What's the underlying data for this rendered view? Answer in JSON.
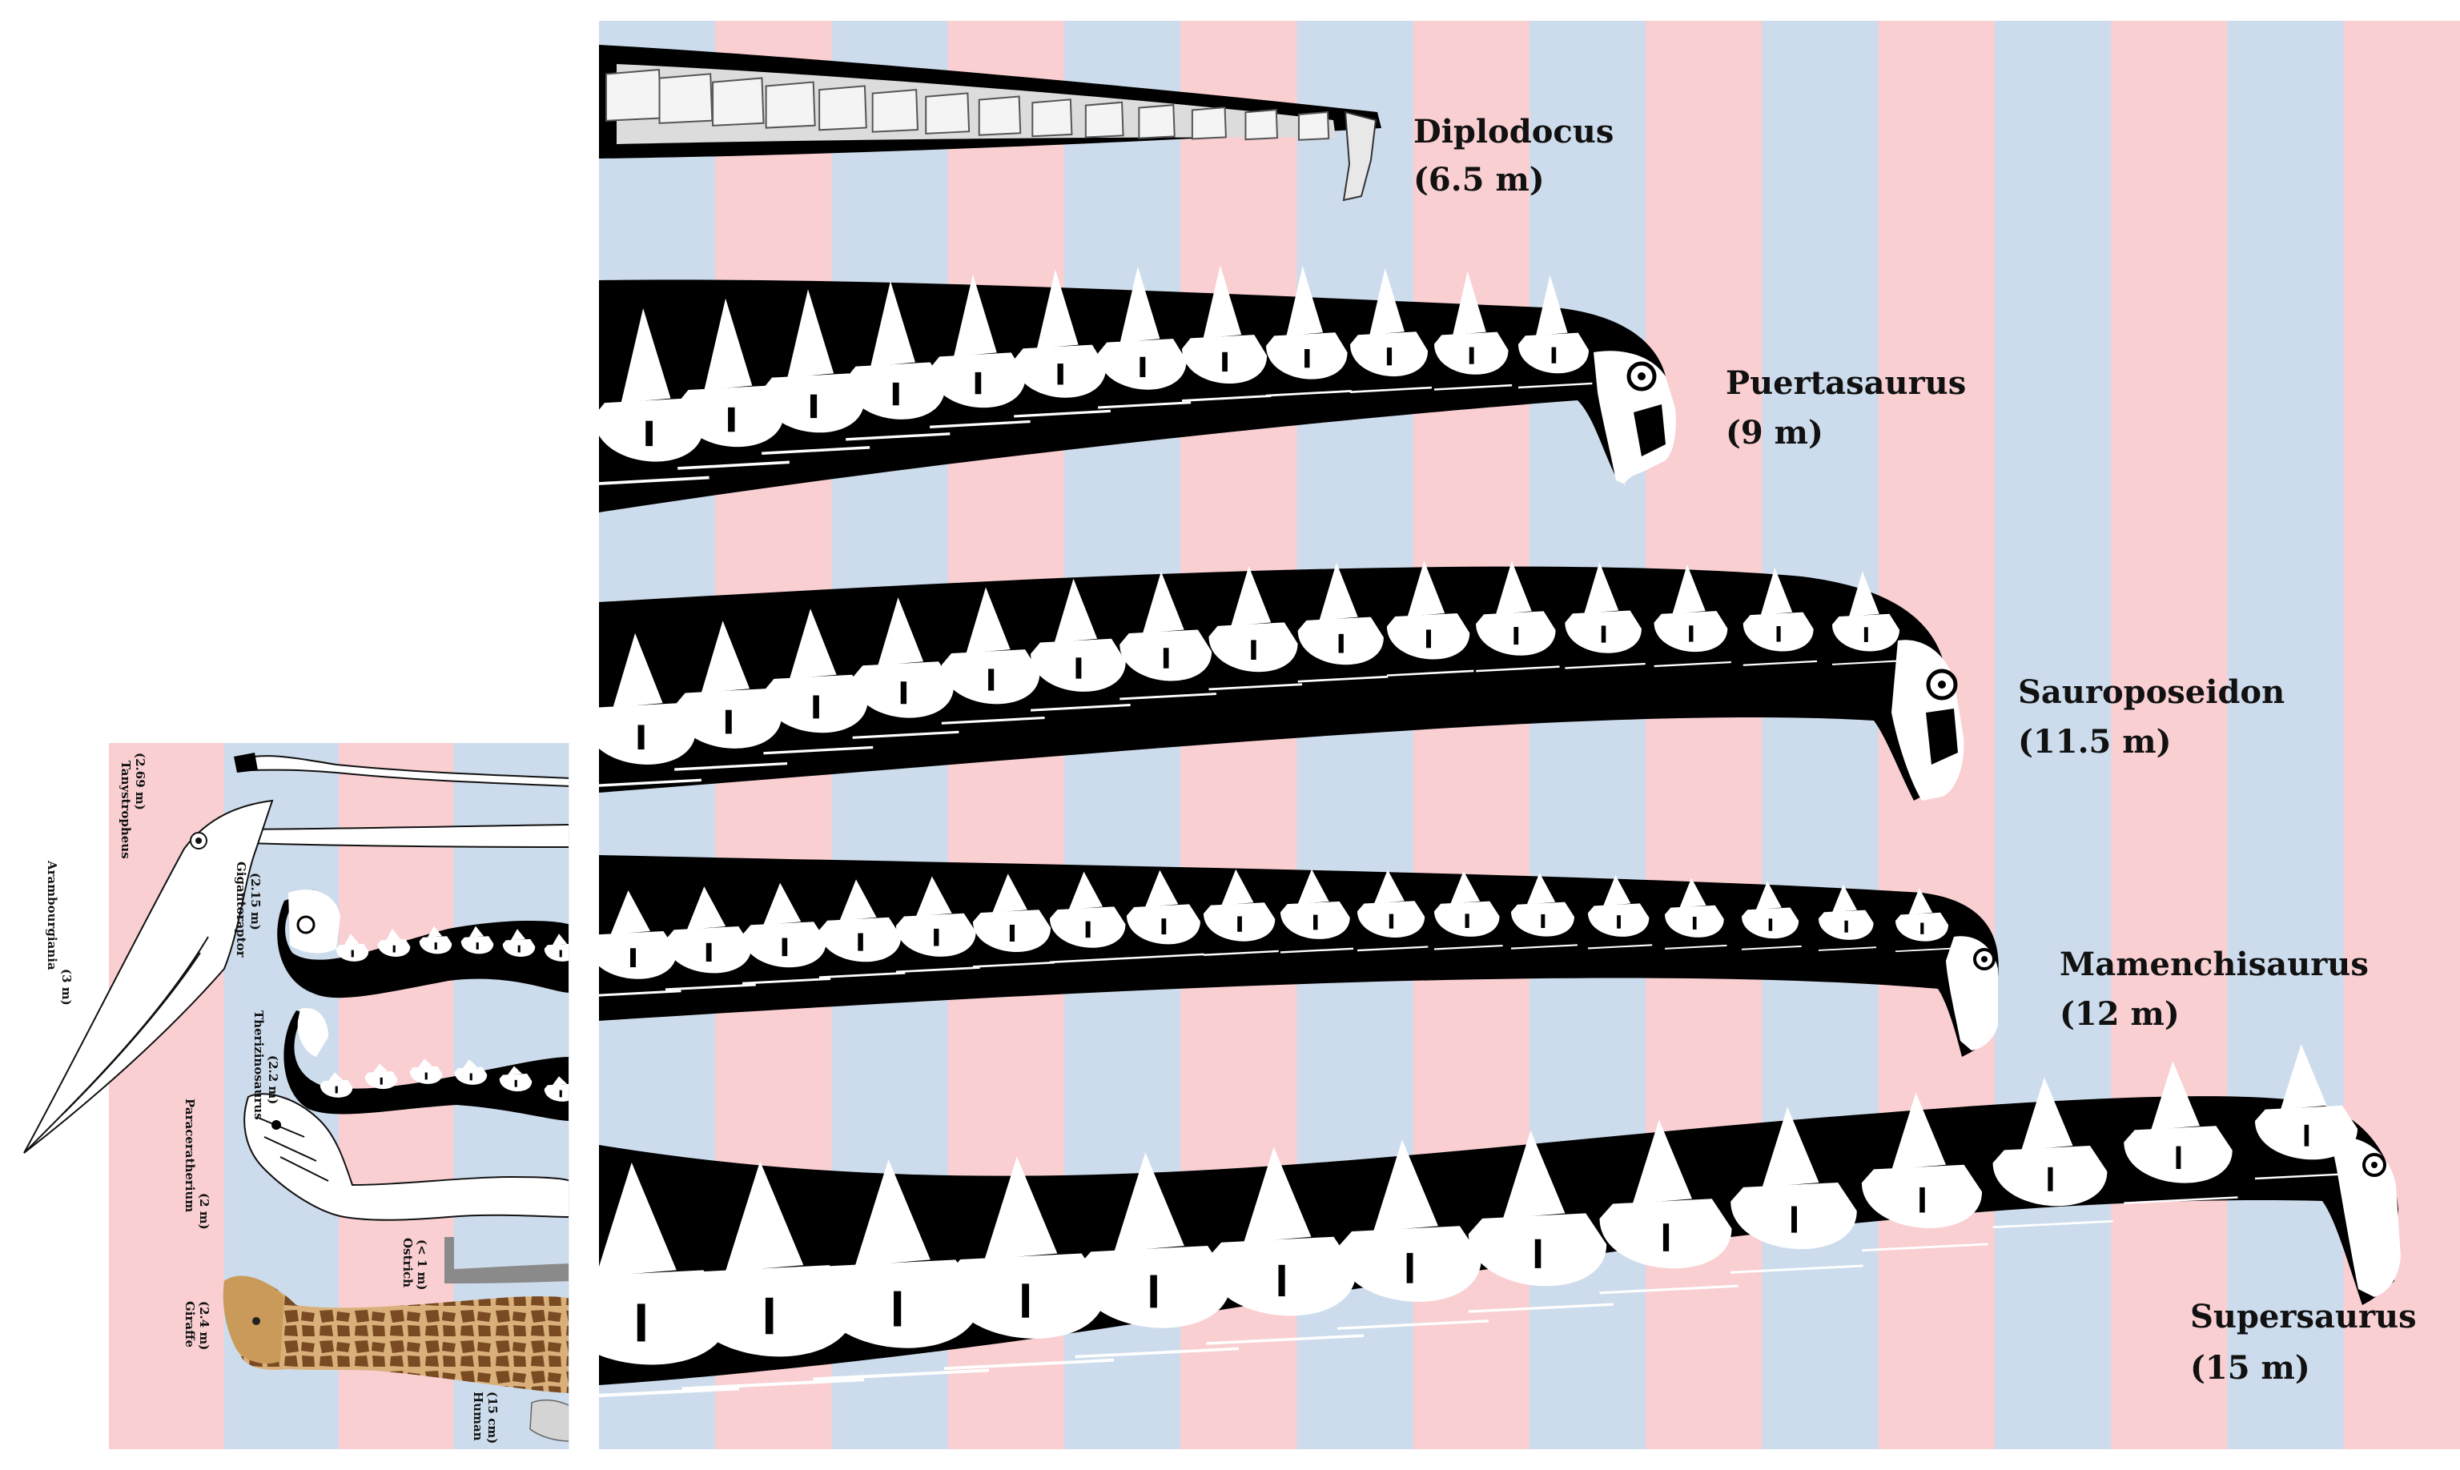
{
  "colors": {
    "stripe_pink": "#f9cfd2",
    "stripe_blue": "#cddcec",
    "neck_black": "#000000",
    "bone_white": "#ffffff",
    "giraffe_base": "#c99a5a",
    "giraffe_spots": "#7a4a22",
    "ostrich_grey": "#8a8a8a"
  },
  "main_panel": {
    "stripe_count": 16,
    "stripe_start": "blue",
    "necks": [
      {
        "name": "Diplodocus",
        "length": "(6.5 m)",
        "icon": "diplodocus-neck-skeleton"
      },
      {
        "name": "Puertasaurus",
        "length": "(9 m)",
        "icon": "puertasaurus-neck-skeleton"
      },
      {
        "name": "Sauroposeidon",
        "length": "(11.5 m)",
        "icon": "sauroposeidon-neck-skeleton"
      },
      {
        "name": "Mamenchisaurus",
        "length": "(12 m)",
        "icon": "mamenchisaurus-neck-skeleton"
      },
      {
        "name": "Supersaurus",
        "length": "(15 m)",
        "icon": "supersaurus-neck-skeleton"
      }
    ]
  },
  "small_panel": {
    "stripe_count": 4,
    "stripe_start": "pink",
    "outside": {
      "name": "Arambourgiania",
      "length": "(3 m)",
      "icon": "pterosaur-skull-outline"
    },
    "animals": [
      {
        "name": "Tanystropheus",
        "length": "(2.69 m)",
        "icon": "tanystropheus-neck"
      },
      {
        "name": "Gigantoraptor",
        "length": "(2.15 m)",
        "icon": "gigantoraptor-neck"
      },
      {
        "name": "Therizinosaurus",
        "length": "(2.2 m)",
        "icon": "therizinosaurus-neck"
      },
      {
        "name": "Paraceratherium",
        "length": "(2 m)",
        "icon": "paraceratherium-neck"
      },
      {
        "name": "Ostrich",
        "length": "(< 1 m)",
        "icon": "ostrich-neck"
      },
      {
        "name": "Giraffe",
        "length": "(2.4 m)",
        "icon": "giraffe-neck-photo"
      },
      {
        "name": "Human",
        "length": "(15 cm)",
        "icon": "human-neck"
      }
    ]
  }
}
